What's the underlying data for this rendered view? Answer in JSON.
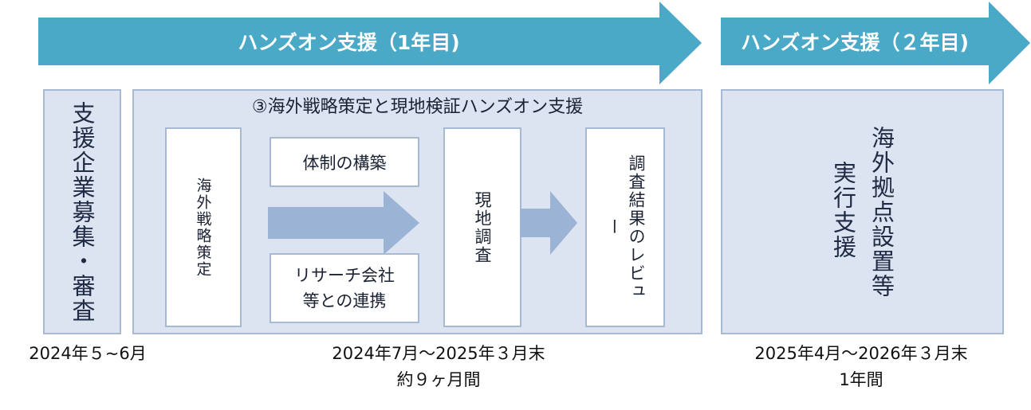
{
  "phases": {
    "year1_label": "ハンズオン支援（1年目)",
    "year2_label": "ハンズオン支援（２年目)"
  },
  "recruitment": {
    "label": "支援企業募集・審査"
  },
  "hands_on": {
    "title": "③海外戦略策定と現地検証ハンズオン支援",
    "strategy": "海外戦略策定",
    "system_build": "体制の構築",
    "research_partnership_line1": "リサーチ会社",
    "research_partnership_line2": "等との連携",
    "field_survey": "現地調査",
    "review": "調査結果のレビュー"
  },
  "year2": {
    "label_line1": "海外拠点設置等",
    "label_line2": "実行支援"
  },
  "dates": {
    "recruit": "2024年５~6月",
    "hands_on_range": "2024年7月～2025年３月末",
    "hands_on_duration": "約９ヶ月間",
    "year2_range": "2025年4月～2026年３月末",
    "year2_duration": "1年間"
  },
  "colors": {
    "phase_arrow": "#4aa9c6",
    "panel_fill": "#dbe4f0",
    "panel_border": "#a7b9d3",
    "flow_arrow": "#9bb4d6"
  }
}
